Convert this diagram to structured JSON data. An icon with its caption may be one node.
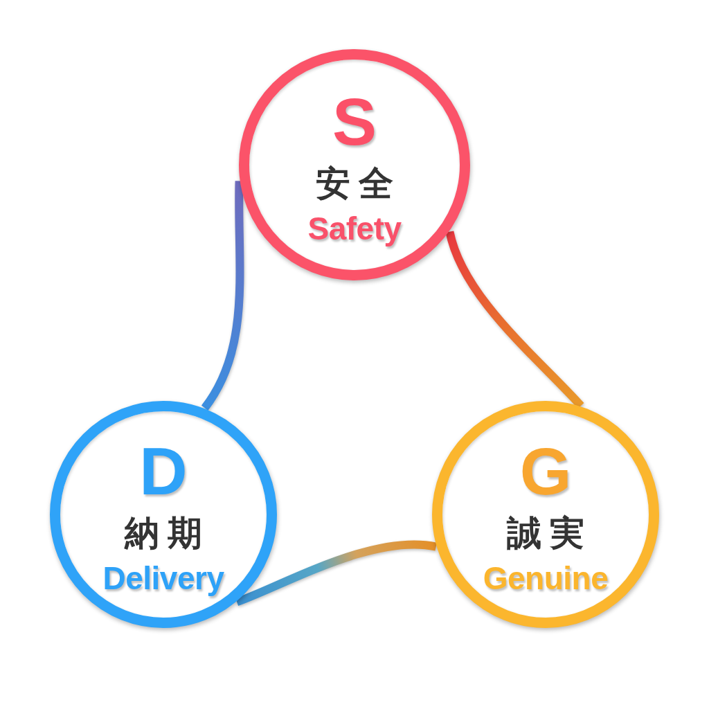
{
  "diagram": {
    "nodes": [
      {
        "text": [
          "S",
          "安全",
          "Safety"
        ]
      },
      {
        "text": [
          "D",
          "納期",
          "Delivery"
        ]
      },
      {
        "text": [
          "G",
          "誠実",
          "Genuine"
        ]
      }
    ],
    "edges": [
      {
        "from": 0,
        "to": 2,
        "arrow": "none"
      },
      {
        "from": 2,
        "to": 1,
        "arrow": "none"
      },
      {
        "from": 1,
        "to": 0,
        "arrow": "none"
      }
    ]
  }
}
